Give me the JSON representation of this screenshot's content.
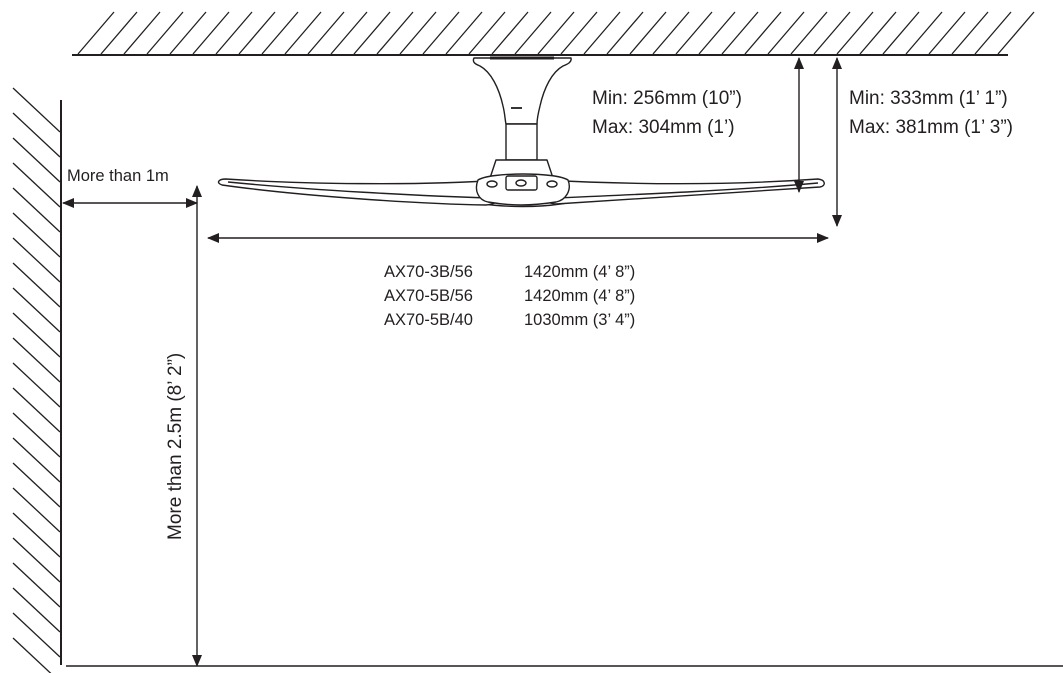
{
  "labels": {
    "wall_clearance": "More than 1m",
    "floor_clearance": "More than 2.5m (8’ 2”)",
    "short_drop_min": "Min: 256mm (10”)",
    "short_drop_max": "Max: 304mm (1’)",
    "long_drop_min": "Min: 333mm (1’ 1”)",
    "long_drop_max": "Max: 381mm (1’ 3”)"
  },
  "models": [
    {
      "name": "AX70-3B/56",
      "size": "1420mm (4’ 8”)"
    },
    {
      "name": "AX70-5B/56",
      "size": "1420mm (4’ 8”)"
    },
    {
      "name": "AX70-5B/40",
      "size": "1030mm (3’ 4”)"
    }
  ],
  "colors": {
    "ink": "#231f20",
    "background": "#ffffff"
  }
}
